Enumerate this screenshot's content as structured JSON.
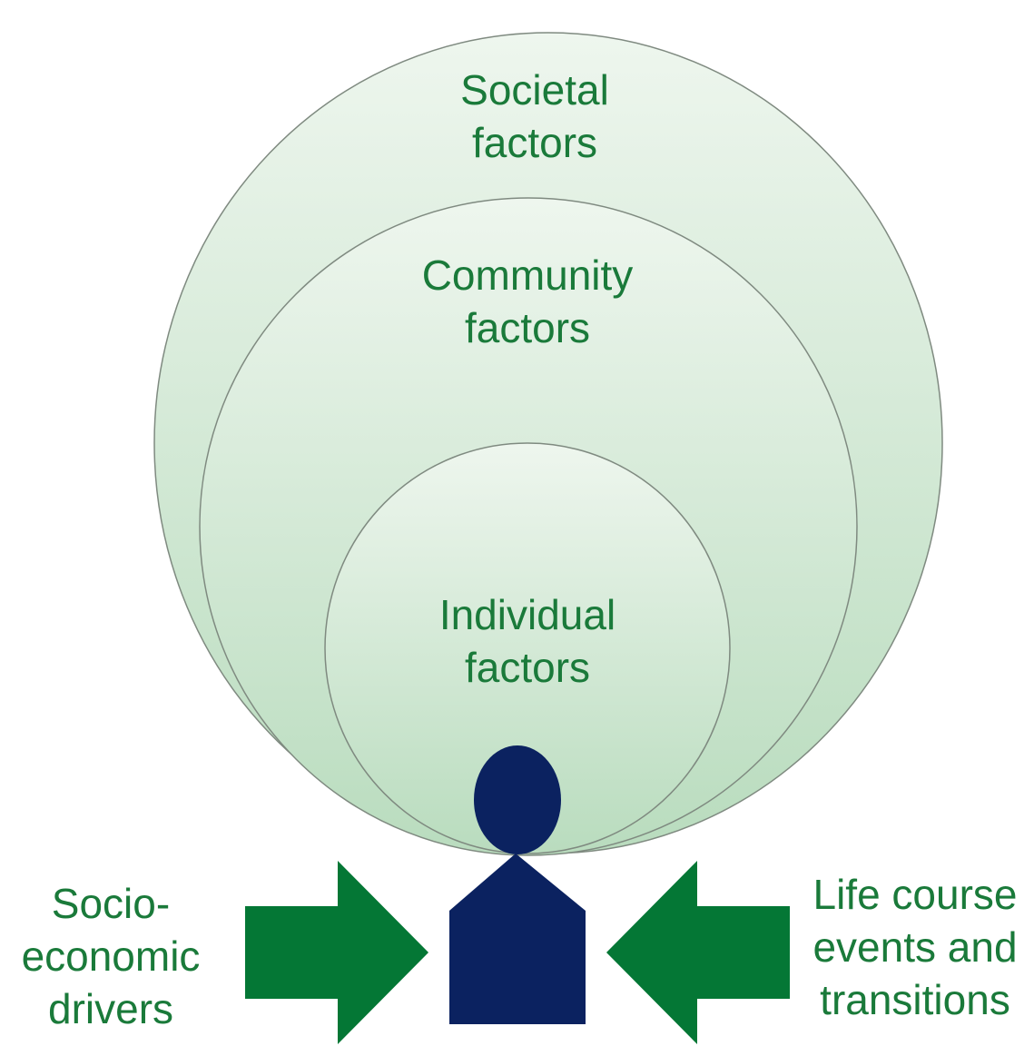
{
  "colors": {
    "text": "#1a7a3a",
    "circle_fill_top": "#eef6ee",
    "circle_fill_bottom": "#b9dcbe",
    "circle_stroke": "#7f8a80",
    "arrow": "#047735",
    "person": "#0b2260"
  },
  "circles": {
    "societal": [
      "Societal",
      "factors"
    ],
    "community": [
      "Community",
      "factors"
    ],
    "individual": [
      "Individual",
      "factors"
    ]
  },
  "drivers": {
    "left": [
      "Socio-",
      "economic",
      "drivers"
    ],
    "right": [
      "Life course",
      "events and",
      "transitions"
    ]
  },
  "icons": {
    "person": "person-icon",
    "left_arrow": "arrow-right-icon",
    "right_arrow": "arrow-left-icon"
  }
}
